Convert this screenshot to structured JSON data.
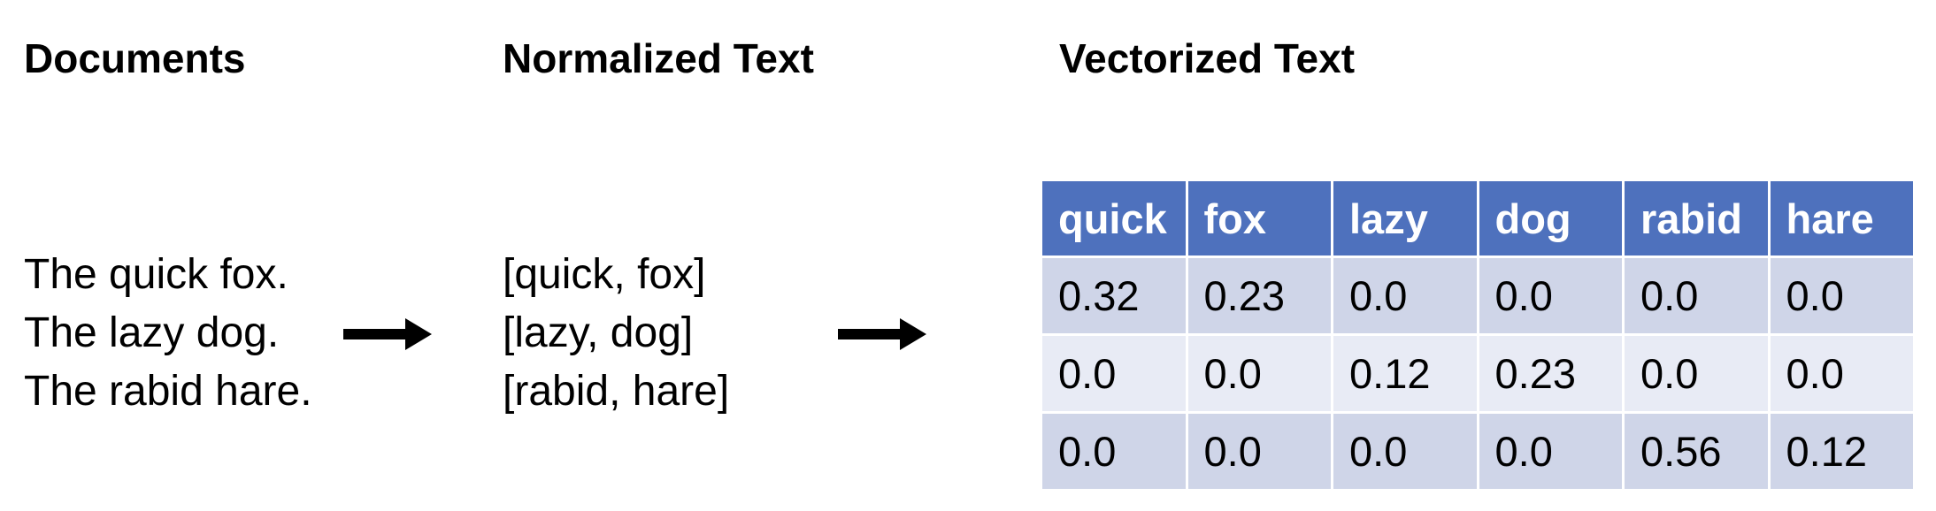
{
  "headings": {
    "documents": "Documents",
    "normalized": "Normalized Text",
    "vectorized": "Vectorized Text"
  },
  "documents": [
    "The quick fox.",
    "The lazy dog.",
    "The rabid hare."
  ],
  "normalized": [
    "[quick, fox]",
    "[lazy, dog]",
    "[rabid, hare]"
  ],
  "table": {
    "columns": [
      "quick",
      "fox",
      "lazy",
      "dog",
      "rabid",
      "hare"
    ],
    "rows": [
      [
        "0.32",
        "0.23",
        "0.0",
        "0.0",
        "0.0",
        "0.0"
      ],
      [
        "0.0",
        "0.0",
        "0.12",
        "0.23",
        "0.0",
        "0.0"
      ],
      [
        "0.0",
        "0.0",
        "0.0",
        "0.0",
        "0.56",
        "0.12"
      ]
    ]
  },
  "colors": {
    "header_fill": "#4e71bd",
    "row_fill_dark": "#cfd5e8",
    "row_fill_light": "#e8ebf5",
    "arrow": "#000000"
  },
  "icons": {
    "arrow_1": "right-arrow-icon",
    "arrow_2": "right-arrow-icon"
  }
}
